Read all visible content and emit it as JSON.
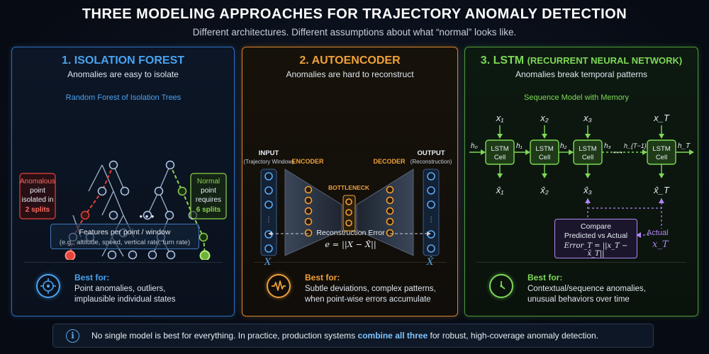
{
  "header": {
    "title": "THREE MODELING APPROACHES FOR TRAJECTORY ANOMALY DETECTION",
    "subtitle": "Different architectures. Different assumptions about what “normal” looks like."
  },
  "colors": {
    "isolation_accent": "#4aa3f0",
    "autoencoder_accent": "#f0a13a",
    "lstm_accent": "#7ed957",
    "anomaly_red": "#e5443a",
    "normal_green": "#8fd14f",
    "compare_purple": "#b286f5"
  },
  "isolation_forest": {
    "title": "1. ISOLATION FOREST",
    "subtitle": "Anomalies are easy to isolate",
    "diagram_label": "Random Forest of Isolation Trees",
    "ellipsis": "• • •",
    "anomalous_lines": [
      "Anomalous",
      "point",
      "isolated in"
    ],
    "anomalous_splits": "2 splits",
    "normal_lines": [
      "Normal",
      "point",
      "requires"
    ],
    "normal_splits": "6 splits",
    "features_title": "Features per point / window",
    "features_detail": "(e.g., altitude, speed, vertical rate, turn rate)",
    "best_for": "Best for:",
    "best_lines": [
      "Point anomalies, outliers,",
      "implausible individual states"
    ],
    "icon": "target-icon"
  },
  "autoencoder": {
    "title": "2. AUTOENCODER",
    "subtitle": "Anomalies are hard to reconstruct",
    "input_label": "INPUT",
    "input_sub": "(Trajectory Window)",
    "encoder_label": "ENCODER",
    "bottleneck_label": "BOTTLENECK",
    "decoder_label": "DECODER",
    "output_label": "OUTPUT",
    "output_sub": "(Reconstruction)",
    "input_symbol": "X",
    "output_symbol": "X̂",
    "error_label": "Reconstruction Error",
    "error_formula": "e = ||X − X̂||",
    "best_for": "Best for:",
    "best_lines": [
      "Subtle deviations, complex patterns,",
      "when point-wise errors accumulate"
    ],
    "icon": "waveform-icon"
  },
  "lstm": {
    "title_main": "3. LSTM",
    "title_paren": "(RECURRENT NEURAL NETWORK)",
    "subtitle": "Anomalies break temporal patterns",
    "diagram_label": "Sequence Model with Memory",
    "cell_label": [
      "LSTM",
      "Cell"
    ],
    "inputs": [
      "x₁",
      "x₂",
      "x₃",
      "x_T"
    ],
    "outputs": [
      "x̂₁",
      "x̂₂",
      "x̂₃",
      "x̂_T"
    ],
    "hidden": [
      "h₀",
      "h₁",
      "h₂",
      "h₃",
      "h_{T−1}",
      "h_T"
    ],
    "ellipsis": "• • •",
    "compare_lines": [
      "Compare",
      "Predicted vs Actual"
    ],
    "compare_formula": "Error_T = ||x_T − x̂_T||",
    "actual_label": "Actual",
    "actual_symbol": "x_T",
    "best_for": "Best for:",
    "best_lines": [
      "Contextual/sequence anomalies,",
      "unusual behaviors over time"
    ],
    "icon": "clock-icon"
  },
  "footer": {
    "icon": "info-icon",
    "text_before": "No single model is best for everything. In practice, production systems ",
    "text_bold": "combine all three",
    "text_after": " for robust, high-coverage anomaly detection."
  }
}
